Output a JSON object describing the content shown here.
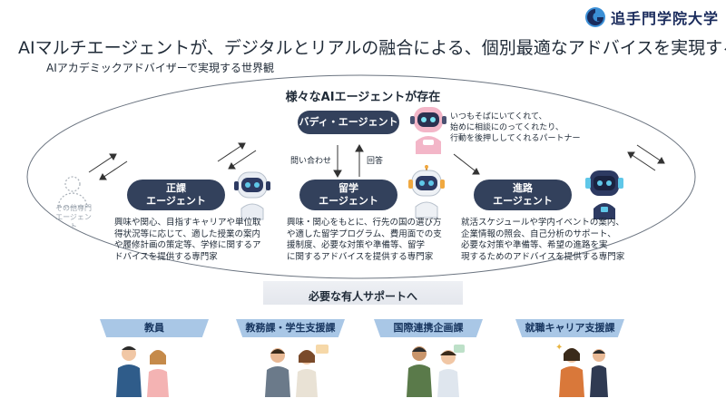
{
  "header": {
    "logo_text": "追手門学院大学",
    "title": "AIマルチエージェントが、デジタルとリアルの融合による、個別最適なアドバイスを実現する",
    "subtitle": "AIアカデミックアドバイザーで実現する世界観"
  },
  "oval": {
    "title": "様々なAIエージェントが存在",
    "buddy": {
      "label": "バディ・エージェント",
      "description": [
        "いつもそばにいてくれて、",
        "始めに相談にのってくれたり、",
        "行動を後押ししてくれるパートナー"
      ],
      "inquiry_label": "問い合わせ",
      "answer_label": "回答"
    },
    "other_agent_label": [
      "その他専門",
      "エージェント"
    ],
    "agents": [
      {
        "label_line1": "正課",
        "label_line2": "エージェント",
        "description": [
          "興味や関心、目指すキャリアや単位取",
          "得状況等に応じて、適した授業の案内",
          "や履修計画の策定等、学修に関するア",
          "ドバイスを提供する専門家"
        ]
      },
      {
        "label_line1": "留学",
        "label_line2": "エージェント",
        "description": [
          "興味・関心をもとに、行先の国の選び方",
          "や適した留学プログラム、費用面での支",
          "援制度、必要な対策や準備等、留学",
          "に関するアドバイスを提供する専門家"
        ]
      },
      {
        "label_line1": "進路",
        "label_line2": "エージェント",
        "description": [
          "就活スケジュールや学内イベントの案内、",
          "企業情報の照会、自己分析のサポート、",
          "必要な対策や準備等、希望の進路を実",
          "現するためのアドバイスを提供する専門家"
        ]
      }
    ]
  },
  "support": {
    "banner": "必要な有人サポートへ",
    "tabs": [
      "教員",
      "教務課・学生支援課",
      "国際連携企画課",
      "就職キャリア支援課"
    ]
  },
  "colors": {
    "pill": "#33415c",
    "tab": "#a9c7e6",
    "logo": "#1a2b5c",
    "robot_body": "#2d3a62",
    "robot_face": "#5fc7e8"
  }
}
